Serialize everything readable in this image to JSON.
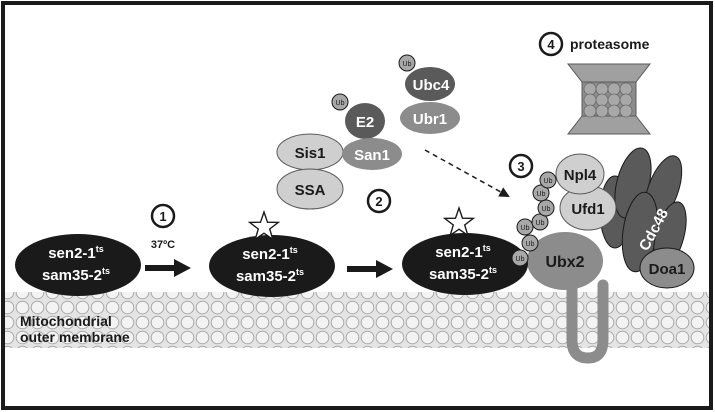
{
  "membrane": {
    "line1": "Mitochondrial",
    "line2": "outer membrane"
  },
  "steps": {
    "s1": {
      "num": "1",
      "temp": "37ºC"
    },
    "s2": {
      "num": "2"
    },
    "s3": {
      "num": "3"
    },
    "s4": {
      "num": "4",
      "label": "proteasome"
    }
  },
  "complex": {
    "line1": "sen2-1",
    "line2": "sam35-2",
    "sup": "ts"
  },
  "proteins": {
    "sis1": "Sis1",
    "ssa": "SSA",
    "e2": "E2",
    "san1": "San1",
    "ubc4": "Ubc4",
    "ubr1": "Ubr1",
    "npl4": "Npl4",
    "ufd1": "Ufd1",
    "cdc48": "Cdc48",
    "ubx2": "Ubx2",
    "doa1": "Doa1"
  },
  "ub": "Ub",
  "colors": {
    "dark": "#1a1a1a",
    "mid": "#8c8c8c",
    "light": "#cfcfcf",
    "medium": "#a0a0a0",
    "deep": "#5a5a5a",
    "ub": "#a8a8a8"
  }
}
